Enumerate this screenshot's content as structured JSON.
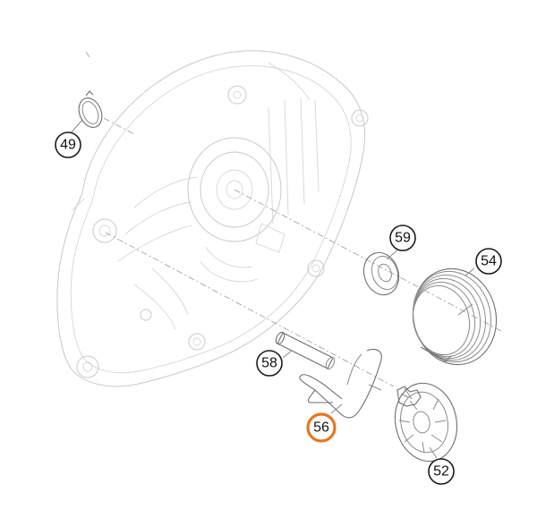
{
  "callouts": [
    {
      "id": "49",
      "label": "49",
      "highlight": false
    },
    {
      "id": "59",
      "label": "59",
      "highlight": false
    },
    {
      "id": "54",
      "label": "54",
      "highlight": false
    },
    {
      "id": "58",
      "label": "58",
      "highlight": false
    },
    {
      "id": "56",
      "label": "56",
      "highlight": true
    },
    {
      "id": "52",
      "label": "52",
      "highlight": false
    }
  ],
  "colors": {
    "highlight": "#e8761e",
    "ink": "#1b1b1b",
    "housing_line": "#c9c9c9",
    "part_line": "#8a8a8a"
  }
}
